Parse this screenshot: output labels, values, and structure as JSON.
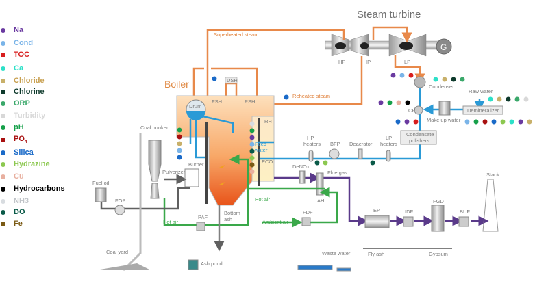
{
  "legend": {
    "items": [
      {
        "label": "Na",
        "color": "#6a3aa0"
      },
      {
        "label": "Cond",
        "color": "#7ab4e8"
      },
      {
        "label": "TOC",
        "color": "#d81e1e"
      },
      {
        "label": "Ca",
        "color": "#2de0c8"
      },
      {
        "label": "Chloride",
        "color": "#c8b06a"
      },
      {
        "label": "Chlorine",
        "color": "#0e3a2c"
      },
      {
        "label": "ORP",
        "color": "#3aa86a"
      },
      {
        "label": "Turbidity",
        "color": "#d8d8d8"
      },
      {
        "label": "pH",
        "color": "#16a04a"
      },
      {
        "label": "PO4",
        "color": "#a81010"
      },
      {
        "label": "Silica",
        "color": "#1a6ac8"
      },
      {
        "label": "Hydrazine",
        "color": "#8cc850"
      },
      {
        "label": "Cu",
        "color": "#e8b0a0"
      },
      {
        "label": "Hydrocarbons",
        "color": "#000000"
      },
      {
        "label": "NH3",
        "color": "#d8dce0"
      },
      {
        "label": "DO",
        "color": "#0a5a48"
      },
      {
        "label": "Fe",
        "color": "#7a5a14"
      }
    ],
    "label_colors": [
      "#6a3aa0",
      "#7ab4e8",
      "#d81e1e",
      "#2de0c8",
      "#c8a050",
      "#0e3a2c",
      "#3aa86a",
      "#d8d8d8",
      "#16a04a",
      "#a81010",
      "#1a6ac8",
      "#8cc850",
      "#e8b0a0",
      "#000000",
      "#c0c4c8",
      "#0a5a48",
      "#7a5a14"
    ]
  },
  "labels": {
    "steam_turbine": "Steam turbine",
    "hp": "HP",
    "ip": "IP",
    "lp": "LP",
    "generator": "G",
    "boiler": "Boiler",
    "superheated_steam": "Superheated steam",
    "reheated_steam": "Reheated steam",
    "dsh": "DSH",
    "fsh": "FSH",
    "psh": "PSH",
    "rh": "RH",
    "drum": "Drum",
    "eco": "ECO",
    "feed_water_1": "Feed",
    "feed_water_2": "water",
    "condenser": "Condenser",
    "raw_water": "Raw water",
    "demineralizer": "Demineralizer",
    "make_up_water": "Make up water",
    "cp": "CP",
    "condensate_polishers_1": "Condensate",
    "condensate_polishers_2": "polishers",
    "hp_heaters_1": "HP",
    "hp_heaters_2": "heaters",
    "bfp": "BFP",
    "deaerator": "Deaerator",
    "lp_heaters_1": "LP",
    "lp_heaters_2": "heaters",
    "denox": "DeNOx",
    "flue_gas": "Flue gas",
    "ah": "AH",
    "hot_air_1": "Hot air",
    "hot_air_2": "Hot air",
    "fdf": "FDF",
    "ambient_air": "Ambient air",
    "coal_bunker": "Coal bunker",
    "burner": "Burner",
    "pulverizer": "Pulverizer",
    "fuel_oil": "Fuel oil",
    "fop": "FOP",
    "paf": "PAF",
    "bottom_ash_1": "Bottom",
    "bottom_ash_2": "ash",
    "ash_pond": "Ash pond",
    "coal_yard": "Coal yard",
    "waste_water": "Waste water",
    "ep": "EP",
    "idf": "IDF",
    "fgd": "FGD",
    "buf": "BUF",
    "stack": "Stack",
    "fly_ash": "Fly ash",
    "gypsum": "Gypsum"
  },
  "sample_points": {
    "after_lp_turbine": [
      "Na",
      "Cond",
      "TOC"
    ],
    "condenser": [
      "Ca",
      "Chloride",
      "Chlorine",
      "ORP"
    ],
    "before_cp": [
      "Na",
      "pH",
      "Cu",
      "Hydrocarbons"
    ],
    "after_cp": [
      "Silica",
      "Na",
      "TOC"
    ],
    "raw_water": [
      "Ca",
      "Chloride",
      "Chlorine",
      "ORP",
      "Turbidity"
    ],
    "make_up_water": [
      "Cond",
      "pH",
      "PO4",
      "Silica",
      "Hydrazine",
      "Ca",
      "Na",
      "Chloride"
    ],
    "drum": [
      "pH",
      "PO4",
      "Chloride",
      "Cond",
      "Silica"
    ],
    "superheated_steam": [
      "Silica"
    ],
    "reheated_steam": [
      "Silica"
    ],
    "feed_water": [
      "NH3",
      "pH",
      "Na",
      "Cond",
      "DO",
      "Hydrazine",
      "Fe",
      "Cu"
    ],
    "hp_heaters": [
      "DO",
      "Hydrazine"
    ],
    "deaerator": [
      "DO"
    ]
  }
}
